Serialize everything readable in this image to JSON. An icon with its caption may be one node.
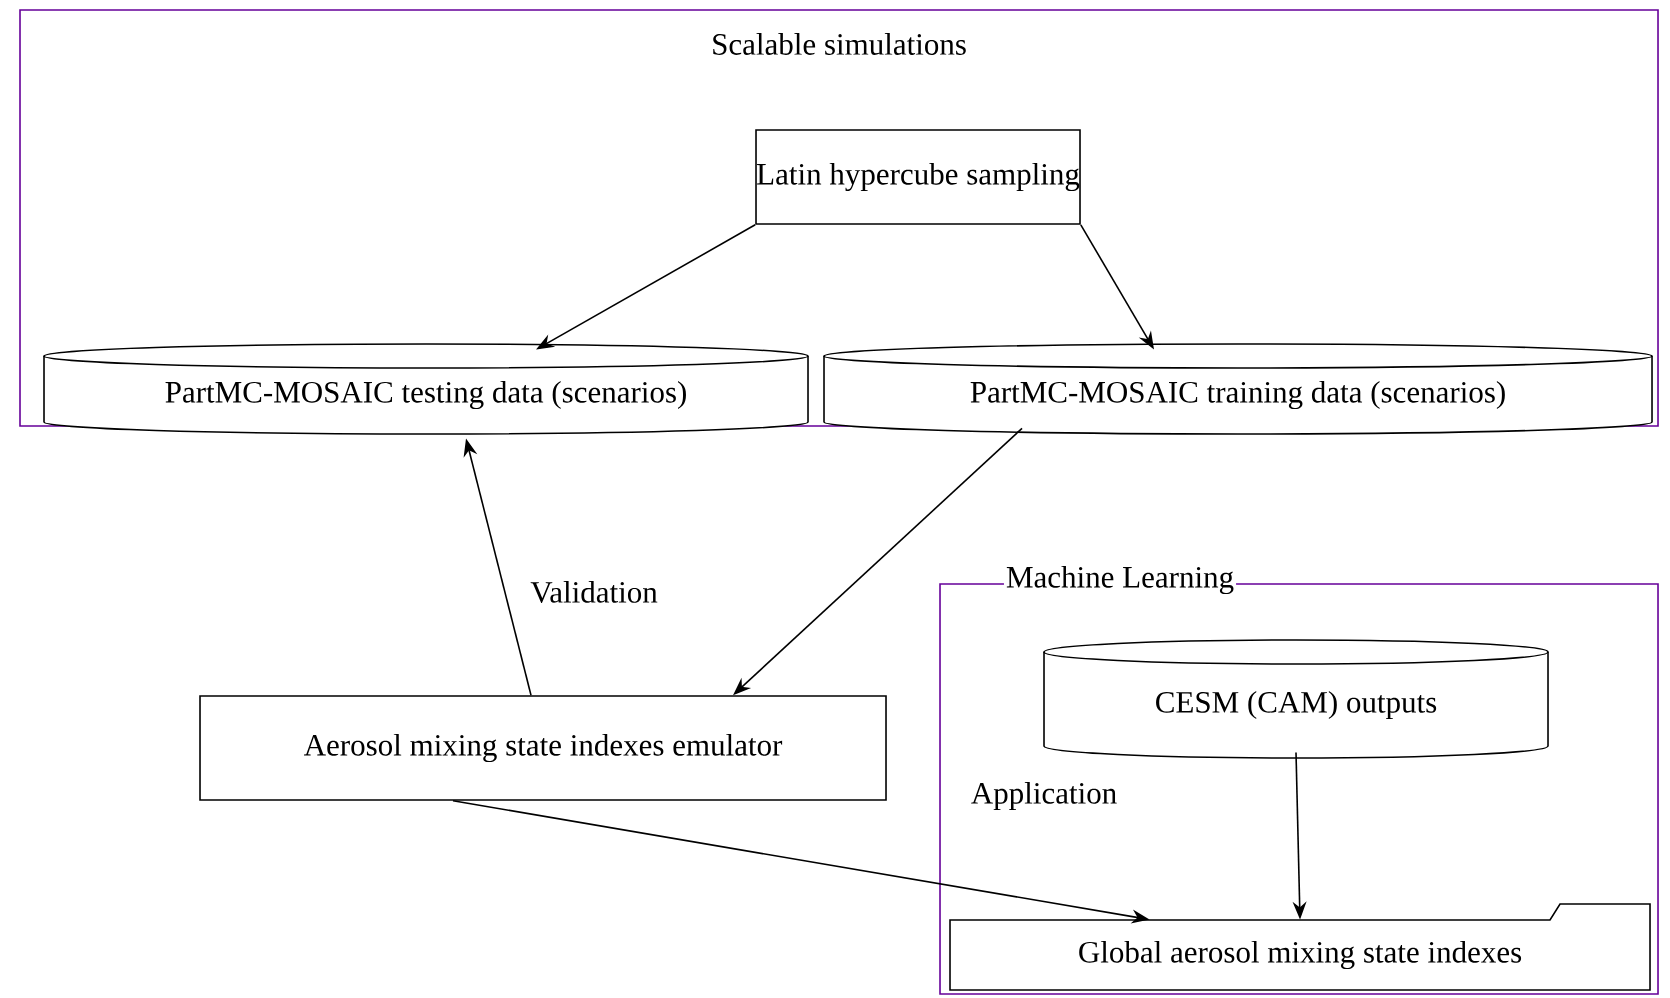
{
  "diagram": {
    "nodes": [
      {
        "text": [
          "Scalable simulations"
        ]
      },
      {
        "text": [
          "Latin hypercube sampling"
        ],
        "in": 0
      },
      {
        "text": [
          "PartMC-MOSAIC testing data (scenarios)"
        ],
        "in": 0
      },
      {
        "text": [
          "PartMC-MOSAIC training data (scenarios)"
        ],
        "in": 0
      },
      {
        "text": [
          "Aerosol mixing state indexes emulator"
        ]
      },
      {
        "text": [],
        "shape": "box"
      },
      {
        "text": [
          "CESM (CAM) outputs"
        ],
        "in": 5
      },
      {
        "text": [
          "Global aerosol mixing state indexes"
        ],
        "in": 5
      }
    ],
    "edges": [
      {
        "from": 1,
        "to": 2,
        "arrow": "to"
      },
      {
        "from": 1,
        "to": 3,
        "arrow": "to"
      },
      {
        "from": 3,
        "to": 4,
        "arrow": "to",
        "label": "Machine Learning"
      },
      {
        "from": 4,
        "to": 2,
        "arrow": "to",
        "label": "Validation"
      },
      {
        "from": 4,
        "to": 7,
        "arrow": "to",
        "label": "Application"
      },
      {
        "from": 6,
        "to": 7,
        "arrow": "to"
      }
    ]
  }
}
